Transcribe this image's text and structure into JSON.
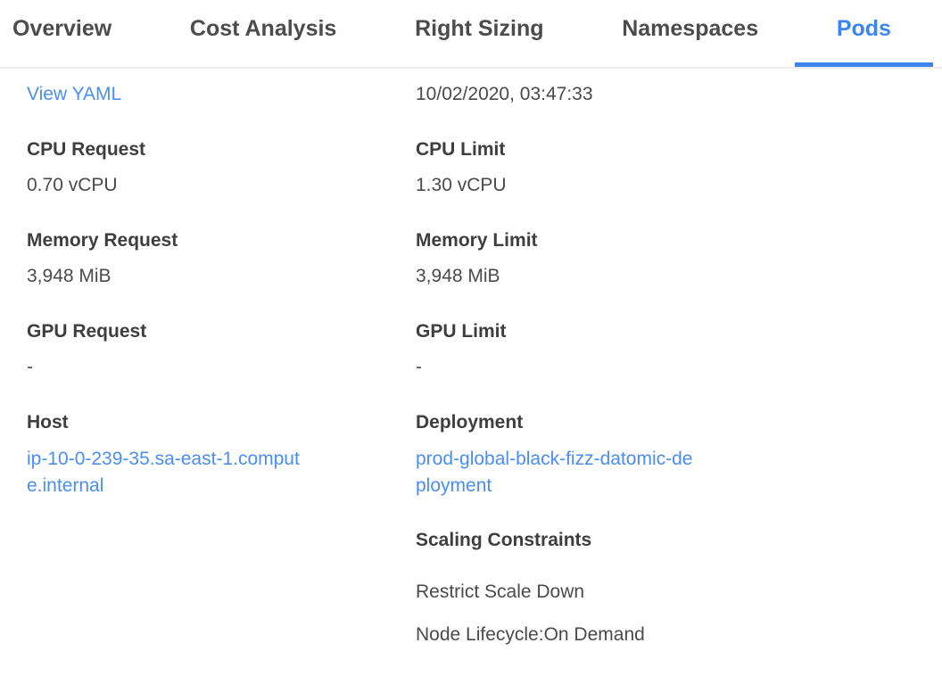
{
  "tabs": {
    "items": [
      {
        "label": "Overview",
        "active": false
      },
      {
        "label": "Cost Analysis",
        "active": false
      },
      {
        "label": "Right Sizing",
        "active": false
      },
      {
        "label": "Namespaces",
        "active": false
      },
      {
        "label": "Pods",
        "active": true
      }
    ]
  },
  "details": {
    "view_yaml_label": "View YAML",
    "timestamp": "10/02/2020, 03:47:33",
    "left_fields": [
      {
        "label": "CPU Request",
        "value": "0.70 vCPU"
      },
      {
        "label": "Memory Request",
        "value": "3,948 MiB"
      },
      {
        "label": "GPU Request",
        "value": "-"
      },
      {
        "label": "Host",
        "value": "ip-10-0-239-35.sa-east-1.compute.internal"
      }
    ],
    "right_fields": [
      {
        "label": "CPU Limit",
        "value": "1.30 vCPU"
      },
      {
        "label": "Memory Limit",
        "value": "3,948 MiB"
      },
      {
        "label": "GPU Limit",
        "value": "-"
      },
      {
        "label": "Deployment",
        "value": "prod-global-black-fizz-datomic-deployment"
      }
    ],
    "scaling": {
      "heading": "Scaling Constraints",
      "items": [
        "Restrict Scale Down",
        "Node Lifecycle:On Demand"
      ]
    }
  },
  "colors": {
    "accent": "#3c85f1",
    "link": "#4a8ef5",
    "label_text": "#3e3e3e",
    "value_text": "#4a4a4a",
    "tab_inactive": "#4c4c4c",
    "divider": "#ececec"
  }
}
